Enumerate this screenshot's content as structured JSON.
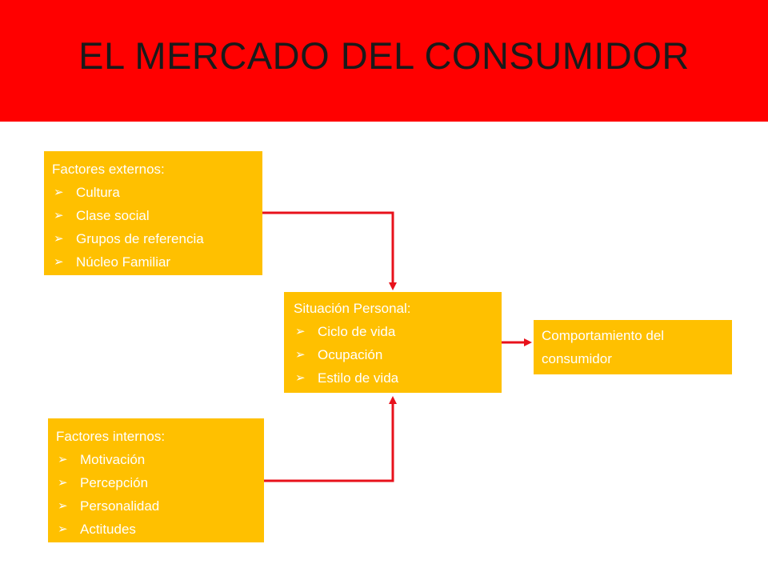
{
  "header": {
    "title": "EL MERCADO DEL CONSUMIDOR",
    "background_color": "#ff0000"
  },
  "colors": {
    "box_fill": "#ffc000",
    "box_text": "#ffffff",
    "arrow": "#e8111b"
  },
  "boxes": {
    "externos": {
      "heading": "Factores externos:",
      "items": [
        "Cultura",
        "Clase social",
        "Grupos de referencia",
        "Núcleo Familiar"
      ]
    },
    "situacion": {
      "heading": "Situación Personal:",
      "items": [
        "Ciclo de vida",
        "Ocupación",
        "Estilo de vida"
      ]
    },
    "internos": {
      "heading": "Factores internos:",
      "items": [
        "Motivación",
        "Percepción",
        "Personalidad",
        "Actitudes"
      ]
    },
    "comportamiento": {
      "text": "Comportamiento del consumidor"
    }
  },
  "bullet_icon": "arrowhead-bullet-icon"
}
